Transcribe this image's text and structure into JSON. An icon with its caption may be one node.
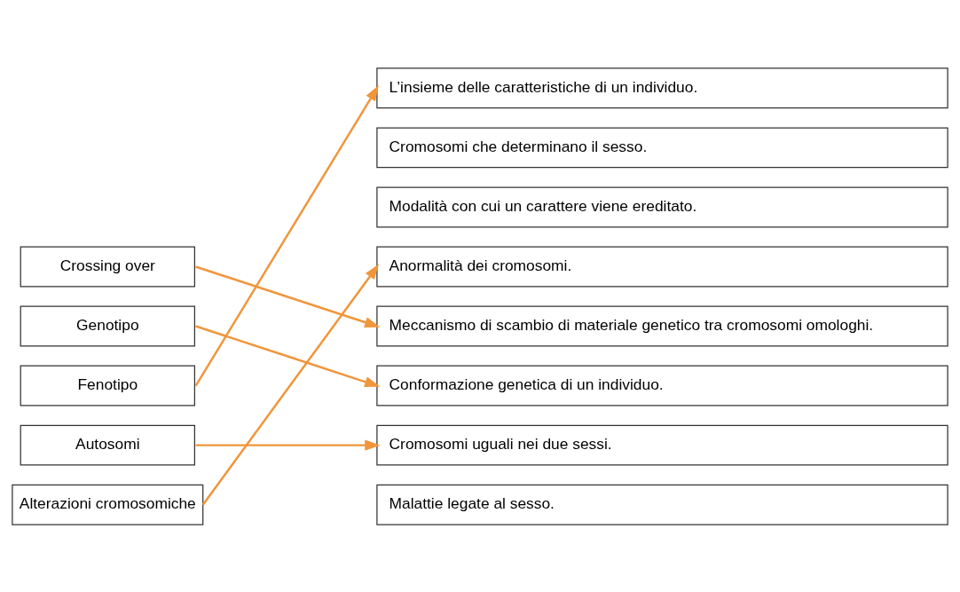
{
  "diagram": {
    "nodes": [
      {
        "text": [
          "Crossing over"
        ]
      },
      {
        "text": [
          "Genotipo"
        ]
      },
      {
        "text": [
          "Fenotipo"
        ]
      },
      {
        "text": [
          "Autosomi"
        ]
      },
      {
        "text": [
          "Alterazioni cromosomiche"
        ]
      },
      {
        "text": [
          "L’insieme delle caratteristiche di un individuo."
        ]
      },
      {
        "text": [
          "Cromosomi che determinano il sesso."
        ]
      },
      {
        "text": [
          "Modalità con cui un carattere viene ereditato."
        ]
      },
      {
        "text": [
          "Anormalità dei cromosomi."
        ]
      },
      {
        "text": [
          "Meccanismo di scambio di materiale genetico tra cromosomi omologhi."
        ]
      },
      {
        "text": [
          "Conformazione genetica di un individuo."
        ]
      },
      {
        "text": [
          "Cromosomi uguali nei due sessi."
        ]
      },
      {
        "text": [
          "Malattie legate al sesso."
        ]
      }
    ],
    "edges": [
      {
        "from": 0,
        "to": 9,
        "arrow": "to"
      },
      {
        "from": 1,
        "to": 10,
        "arrow": "to"
      },
      {
        "from": 2,
        "to": 5,
        "arrow": "to"
      },
      {
        "from": 3,
        "to": 11,
        "arrow": "to"
      },
      {
        "from": 4,
        "to": 8,
        "arrow": "to"
      }
    ]
  }
}
